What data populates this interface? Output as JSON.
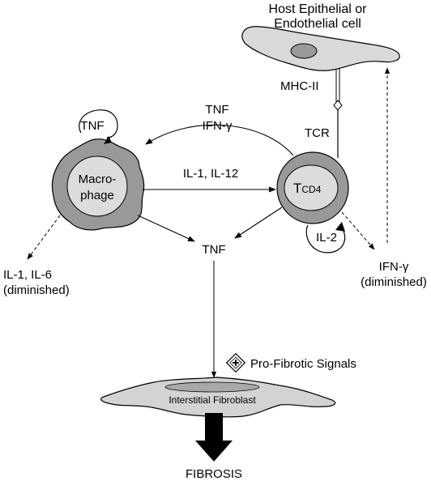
{
  "labels": {
    "host_cell_line1": "Host Epithelial or",
    "host_cell_line2": "Endothelial cell",
    "mhc": "MHC-II",
    "tcr": "TCR",
    "tnf_loop": "TNF",
    "macro_line1": "Macro-",
    "macro_line2": "phage",
    "tcell_main": "T",
    "tcell_sub": "CD4",
    "arrow_top_line1": "TNF",
    "arrow_top_line2": "IFN-γ",
    "arrow_mid": "IL-1, IL-12",
    "tnf_center": "TNF",
    "il2": "IL-2",
    "il16_line1": "IL-1, IL-6",
    "il16_line2": "(diminished)",
    "ifn_line1": "IFN-γ",
    "ifn_line2": "(diminished)",
    "pro_fibrotic": "Pro-Fibrotic Signals",
    "fibroblast": "Interstitial Fibroblast",
    "fibrosis": "FIBROSIS"
  }
}
